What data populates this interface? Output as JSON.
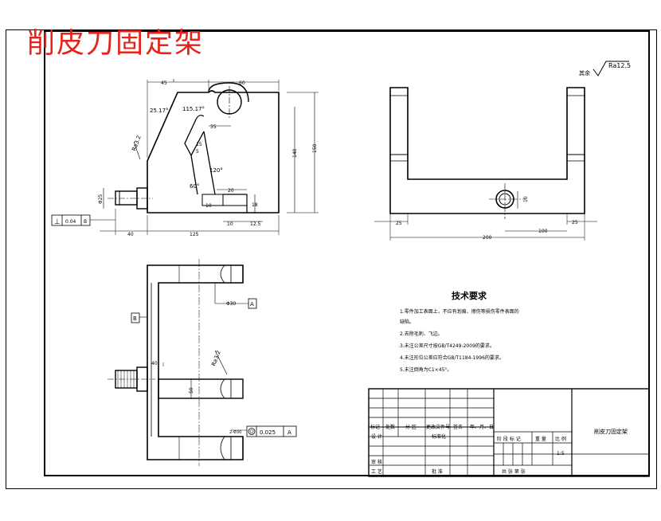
{
  "title": "削皮刀固定架",
  "roughness": {
    "prefix": "其余",
    "value": "Ra12.5"
  },
  "front_view": {
    "dims": {
      "top_a": "45",
      "top_b": "60",
      "angle_a": "25.17°",
      "angle_b": "115.17°",
      "d35": "35",
      "d15": "15",
      "d5": "5",
      "d120deg": "120°",
      "d60deg": "60°",
      "d20": "20",
      "d10": "10",
      "d18": "18",
      "d140": "140",
      "d150": "150",
      "d_shaft": "Φ25",
      "d40": "40",
      "d125": "125",
      "d12_5": "12.5",
      "ra32": "Ra3.2"
    },
    "perp_tol": {
      "symbol": "⊥",
      "value": "0.04",
      "datum": "B"
    }
  },
  "side_view": {
    "dims": {
      "d25a": "25",
      "d200": "200",
      "d100": "100",
      "d25b": "25",
      "d10": "10"
    }
  },
  "top_view": {
    "dims": {
      "d30": "Φ30",
      "d40": "40",
      "d50": "50",
      "ra32": "Ra3.2"
    },
    "datum_a": "A",
    "datum_b": "B",
    "concentric": {
      "prefix": "2-Φ30",
      "value": "0.025",
      "datum": "A"
    }
  },
  "requirements": {
    "title": "技术要求",
    "items": [
      "1.零件加工表面上，不应有划痕、擦伤等损伤零件表面的",
      "缺陷。",
      "2.去除毛刺、飞边。",
      "3.未注公差尺寸按GB/T4249-2009的要求。",
      "4.未注形位公差应符合GB/T1184-1996的要求。",
      "5.未注倒角为C1×45°。"
    ]
  },
  "title_block": {
    "name": "削皮刀固定架",
    "col_labels": [
      "标记",
      "处数",
      "分 区",
      "更改文件号",
      "签名",
      "年、月、日"
    ],
    "design": "设 计",
    "standard": "标准化",
    "review": "审 核",
    "process": "工 艺",
    "approve": "批 准",
    "stage_labels": [
      "阶 段 标 记",
      "重 量",
      "比 例"
    ],
    "scale": "1:5",
    "sheet": "共   张   第   张"
  }
}
